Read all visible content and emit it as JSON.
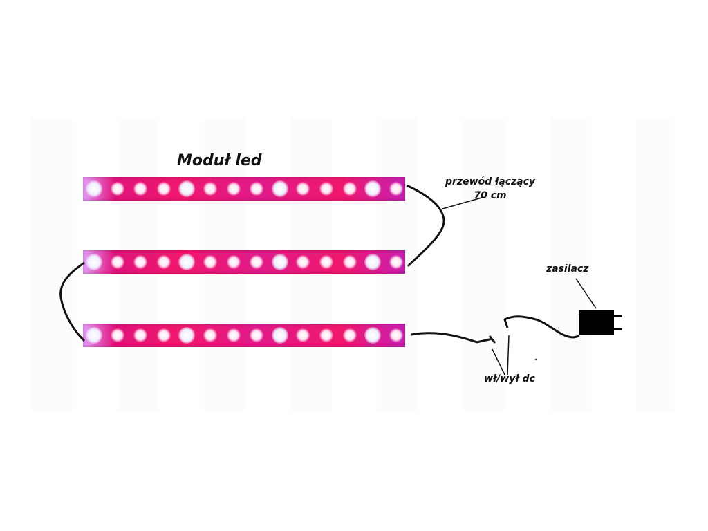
{
  "labels": {
    "module": "Moduł led",
    "cable": "przewód łączący",
    "cable_length": "70 cm",
    "power_supply": "zasilacz",
    "switch": "wł/wył dc"
  },
  "strips": [
    {
      "leds": [
        "white",
        "pink",
        "pink",
        "pink",
        "white",
        "pink",
        "pink",
        "pink",
        "white",
        "pink",
        "pink",
        "pink",
        "white",
        "pink"
      ]
    },
    {
      "leds": [
        "white",
        "pink",
        "pink",
        "pink",
        "white",
        "pink",
        "pink",
        "pink",
        "white",
        "pink",
        "pink",
        "pink",
        "white",
        "pink"
      ]
    },
    {
      "leds": [
        "white",
        "pink",
        "pink",
        "pink",
        "white",
        "pink",
        "pink",
        "pink",
        "white",
        "pink",
        "pink",
        "pink",
        "white",
        "pink"
      ]
    }
  ],
  "colors": {
    "strip": "#f0176d",
    "wire": "#111111",
    "power_supply": "#000000"
  }
}
